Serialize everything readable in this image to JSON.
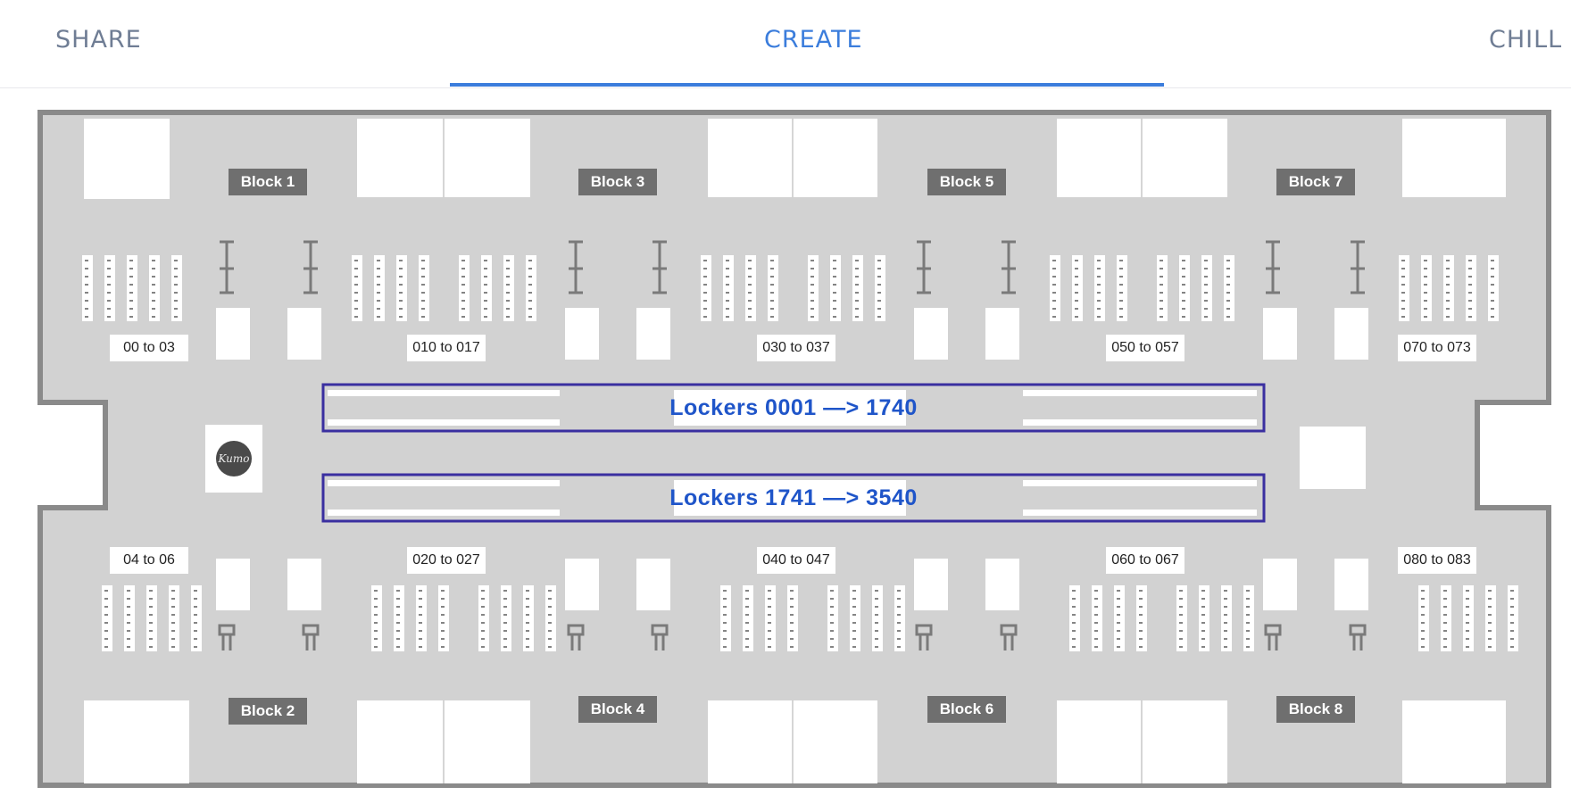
{
  "tabs": [
    {
      "label": "SHARE",
      "active": false
    },
    {
      "label": "CREATE",
      "active": true
    },
    {
      "label": "CHILL",
      "active": false
    }
  ],
  "floorplan": {
    "blocks": [
      "Block 1",
      "Block 2",
      "Block 3",
      "Block 4",
      "Block 5",
      "Block 6",
      "Block 7",
      "Block 8"
    ],
    "desk_ranges_top": [
      "00 to 03",
      "010 to 017",
      "030 to 037",
      "050 to 057",
      "070 to 073"
    ],
    "desk_ranges_bottom": [
      "04 to 06",
      "020 to 027",
      "040 to 047",
      "060 to 067",
      "080 to 083"
    ],
    "lockers": [
      "Lockers  0001 —> 1740",
      "Lockers  1741 —> 3540"
    ],
    "logo_text": "Kumo"
  },
  "colors": {
    "accent": "#3b7ddc",
    "tab_inactive": "#6f7d94",
    "floor": "#d2d2d2",
    "wall": "#8a8a8a",
    "block_label_bg": "#6f6f6f",
    "locker_frame": "#3a2fa0",
    "locker_text": "#1f55c9"
  }
}
